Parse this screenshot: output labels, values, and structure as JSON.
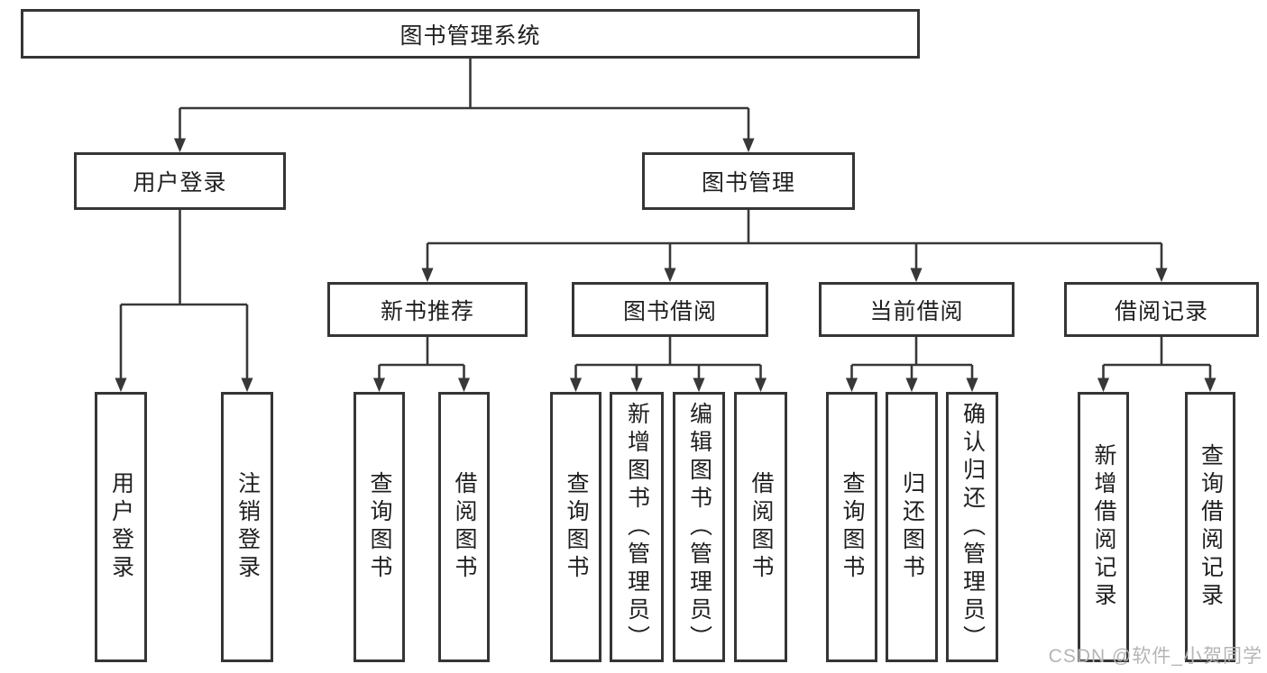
{
  "nodes": {
    "root": "图书管理系统",
    "user_login": "用户登录",
    "book_management": "图书管理",
    "new_book_recommend": "新书推荐",
    "book_borrow": "图书借阅",
    "current_borrow": "当前借阅",
    "borrow_records": "借阅记录",
    "leaf_user_login": "用户登录",
    "leaf_logout": "注销登录",
    "leaf_query_books_recommend": "查询图书",
    "leaf_borrow_books_recommend": "借阅图书",
    "leaf_query_books_borrow": "查询图书",
    "leaf_add_books_admin": "新增图书（管理员）",
    "leaf_edit_books_admin": "编辑图书（管理员）",
    "leaf_borrow_books_borrow": "借阅图书",
    "leaf_query_books_current": "查询图书",
    "leaf_return_books": "归还图书",
    "leaf_confirm_return_admin": "确认归还（管理员）",
    "leaf_add_borrow_record": "新增借阅记录",
    "leaf_query_borrow_record": "查询借阅记录"
  },
  "watermark": "CSDN @软件_小贺同学",
  "colors": {
    "line": "#383838",
    "box_border": "#353535",
    "text": "#1f1f1f",
    "watermark": "#b5b5b5",
    "background": "#ffffff"
  }
}
